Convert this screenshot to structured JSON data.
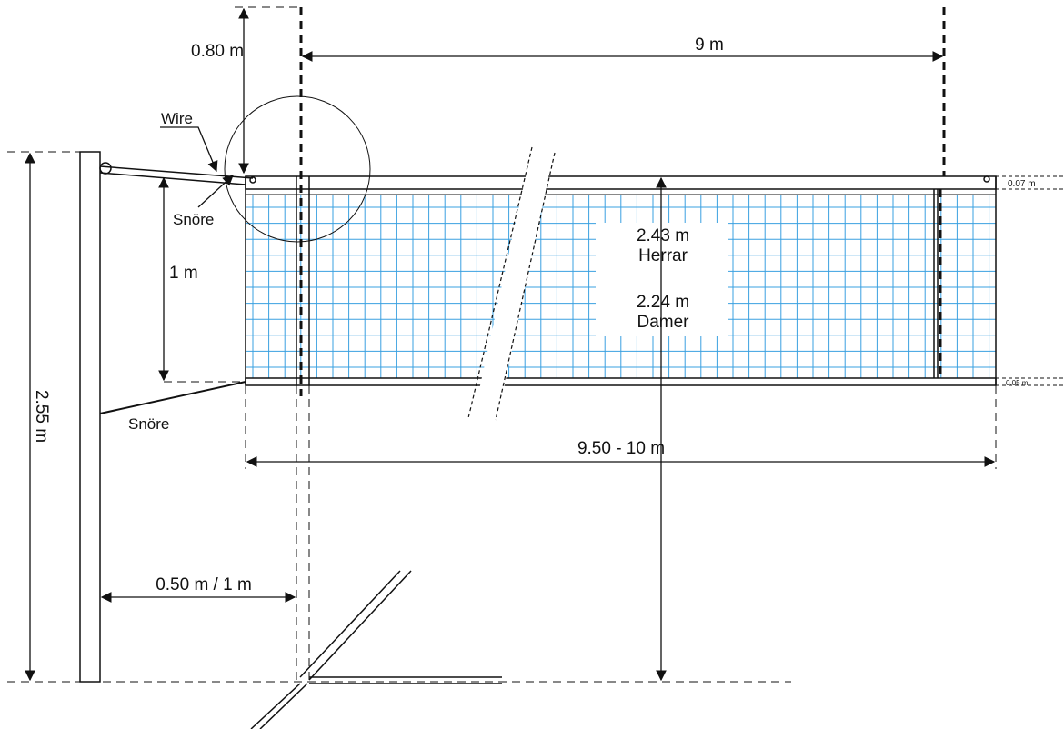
{
  "labels": {
    "top_height": "0.80 m",
    "antenna_span": "9 m",
    "wire": "Wire",
    "snore_top": "Snöre",
    "snore_bottom": "Snöre",
    "net_depth": "1 m",
    "post_height": "2.55 m",
    "men_height": "2.43 m",
    "men": "Herrar",
    "women_height": "2.24 m",
    "women": "Damer",
    "net_length": "9.50 - 10 m",
    "post_distance": "0.50 m / 1 m",
    "top_band": "0.07 m",
    "bottom_band": "0.05 m"
  },
  "colors": {
    "net": "#3aa0e0",
    "lines": "#111111",
    "background": "#ffffff"
  }
}
